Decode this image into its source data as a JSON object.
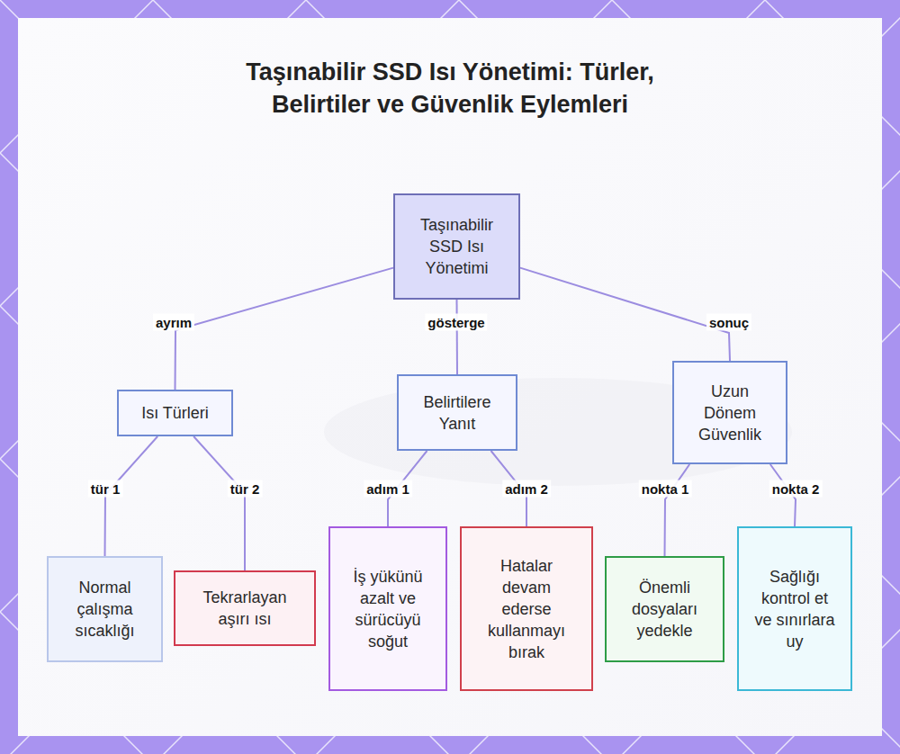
{
  "diagram": {
    "title": "Taşınabilir SSD Isı Yönetimi: Türler, Belirtiler ve Güvenlik Eylemleri",
    "nodes": [
      {
        "text": [
          "Taşınabilir SSD Isı Yönetimi"
        ]
      },
      {
        "text": [
          "Isı Türleri"
        ]
      },
      {
        "text": [
          "Belirtilere Yanıt"
        ]
      },
      {
        "text": [
          "Uzun Dönem Güvenlik"
        ]
      },
      {
        "text": [
          "Normal çalışma sıcaklığı"
        ]
      },
      {
        "text": [
          "Tekrarlayan aşırı ısı"
        ]
      },
      {
        "text": [
          "İş yükünü azalt ve sürücüyü soğut"
        ]
      },
      {
        "text": [
          "Hatalar devam ederse kullanmayı bırak"
        ]
      },
      {
        "text": [
          "Önemli dosyaları yedekle"
        ]
      },
      {
        "text": [
          "Sağlığı kontrol et ve sınırlara uy"
        ]
      }
    ],
    "edges": [
      {
        "from": 0,
        "to": 1,
        "label": "ayrım",
        "arrow": "none"
      },
      {
        "from": 0,
        "to": 2,
        "label": "gösterge",
        "arrow": "none"
      },
      {
        "from": 0,
        "to": 3,
        "label": "sonuç",
        "arrow": "none"
      },
      {
        "from": 1,
        "to": 4,
        "label": "tür 1",
        "arrow": "none"
      },
      {
        "from": 1,
        "to": 5,
        "label": "tür 2",
        "arrow": "none"
      },
      {
        "from": 2,
        "to": 6,
        "label": "adım 1",
        "arrow": "none"
      },
      {
        "from": 2,
        "to": 7,
        "label": "adım 2",
        "arrow": "none"
      },
      {
        "from": 3,
        "to": 8,
        "label": "nokta 1",
        "arrow": "none"
      },
      {
        "from": 3,
        "to": 9,
        "label": "nokta 2",
        "arrow": "none"
      }
    ]
  }
}
